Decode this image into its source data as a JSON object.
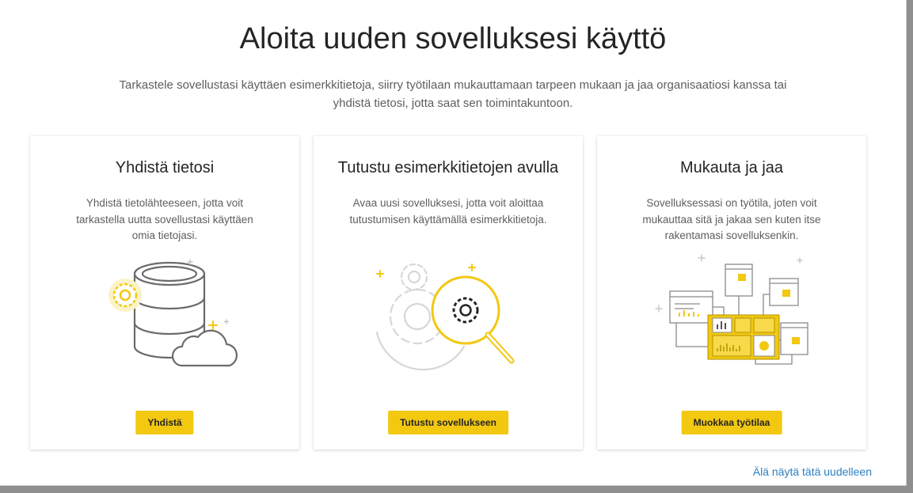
{
  "dialog": {
    "title": "Aloita uuden sovelluksesi käyttö",
    "subtitle": "Tarkastele sovellustasi käyttäen esimerkkitietoja, siirry työtilaan mukauttamaan tarpeen mukaan ja jaa organisaatiosi kanssa tai yhdistä tietosi, jotta saat sen toimintakuntoon.",
    "dismiss_link": "Älä näytä tätä uudelleen"
  },
  "cards": [
    {
      "title": "Yhdistä tietosi",
      "description": "Yhdistä tietolähteeseen, jotta voit tarkastella uutta sovellustasi käyttäen omia tietojasi.",
      "button": "Yhdistä",
      "icon": "database-cloud-gear-icon"
    },
    {
      "title": "Tutustu esimerkkitietojen avulla",
      "description": "Avaa uusi sovelluksesi, jotta voit aloittaa tutustumisen käyttämällä esimerkkitietoja.",
      "button": "Tutustu sovellukseen",
      "icon": "gears-magnifier-icon"
    },
    {
      "title": "Mukauta ja jaa",
      "description": "Sovelluksessasi on työtila, joten voit mukauttaa sitä ja jakaa sen kuten itse rakentamasi sovelluksenkin.",
      "button": "Muokkaa työtilaa",
      "icon": "workspace-dashboard-icon"
    }
  ],
  "colors": {
    "accent": "#f2c811",
    "link": "#2b7fc2",
    "text_primary": "#252423",
    "text_secondary": "#605e5c",
    "illustration_stroke": "#6b6b6b"
  }
}
